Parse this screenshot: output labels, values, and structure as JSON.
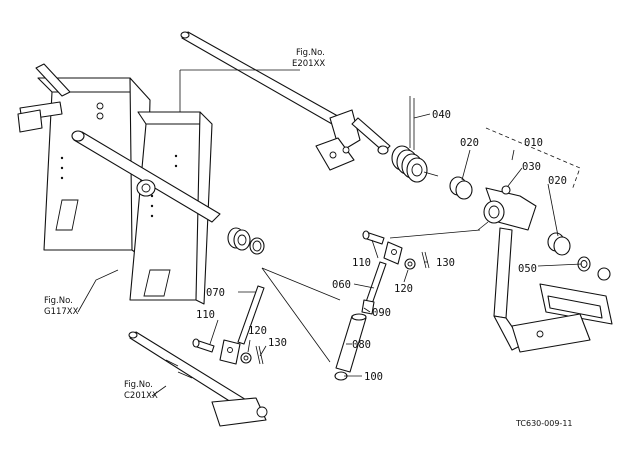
{
  "diagram": {
    "code": "TC630-009-11",
    "figure_refs": [
      {
        "id": "e201",
        "line1": "Fig.No.",
        "line2": "E201XX"
      },
      {
        "id": "g117",
        "line1": "Fig.No.",
        "line2": "G117XX"
      },
      {
        "id": "c201",
        "line1": "Fig.No.",
        "line2": "C201XX"
      }
    ],
    "callouts": [
      {
        "id": "p040",
        "text": "040"
      },
      {
        "id": "p010",
        "text": "010"
      },
      {
        "id": "p020a",
        "text": "020"
      },
      {
        "id": "p030",
        "text": "030"
      },
      {
        "id": "p020b",
        "text": "020"
      },
      {
        "id": "p050",
        "text": "050"
      },
      {
        "id": "p110a",
        "text": "110"
      },
      {
        "id": "p130a",
        "text": "130"
      },
      {
        "id": "p120a",
        "text": "120"
      },
      {
        "id": "p060",
        "text": "060"
      },
      {
        "id": "p090",
        "text": "090"
      },
      {
        "id": "p080",
        "text": "080"
      },
      {
        "id": "p100",
        "text": "100"
      },
      {
        "id": "p070",
        "text": "070"
      },
      {
        "id": "p110b",
        "text": "110"
      },
      {
        "id": "p120b",
        "text": "120"
      },
      {
        "id": "p130b",
        "text": "130"
      }
    ]
  }
}
